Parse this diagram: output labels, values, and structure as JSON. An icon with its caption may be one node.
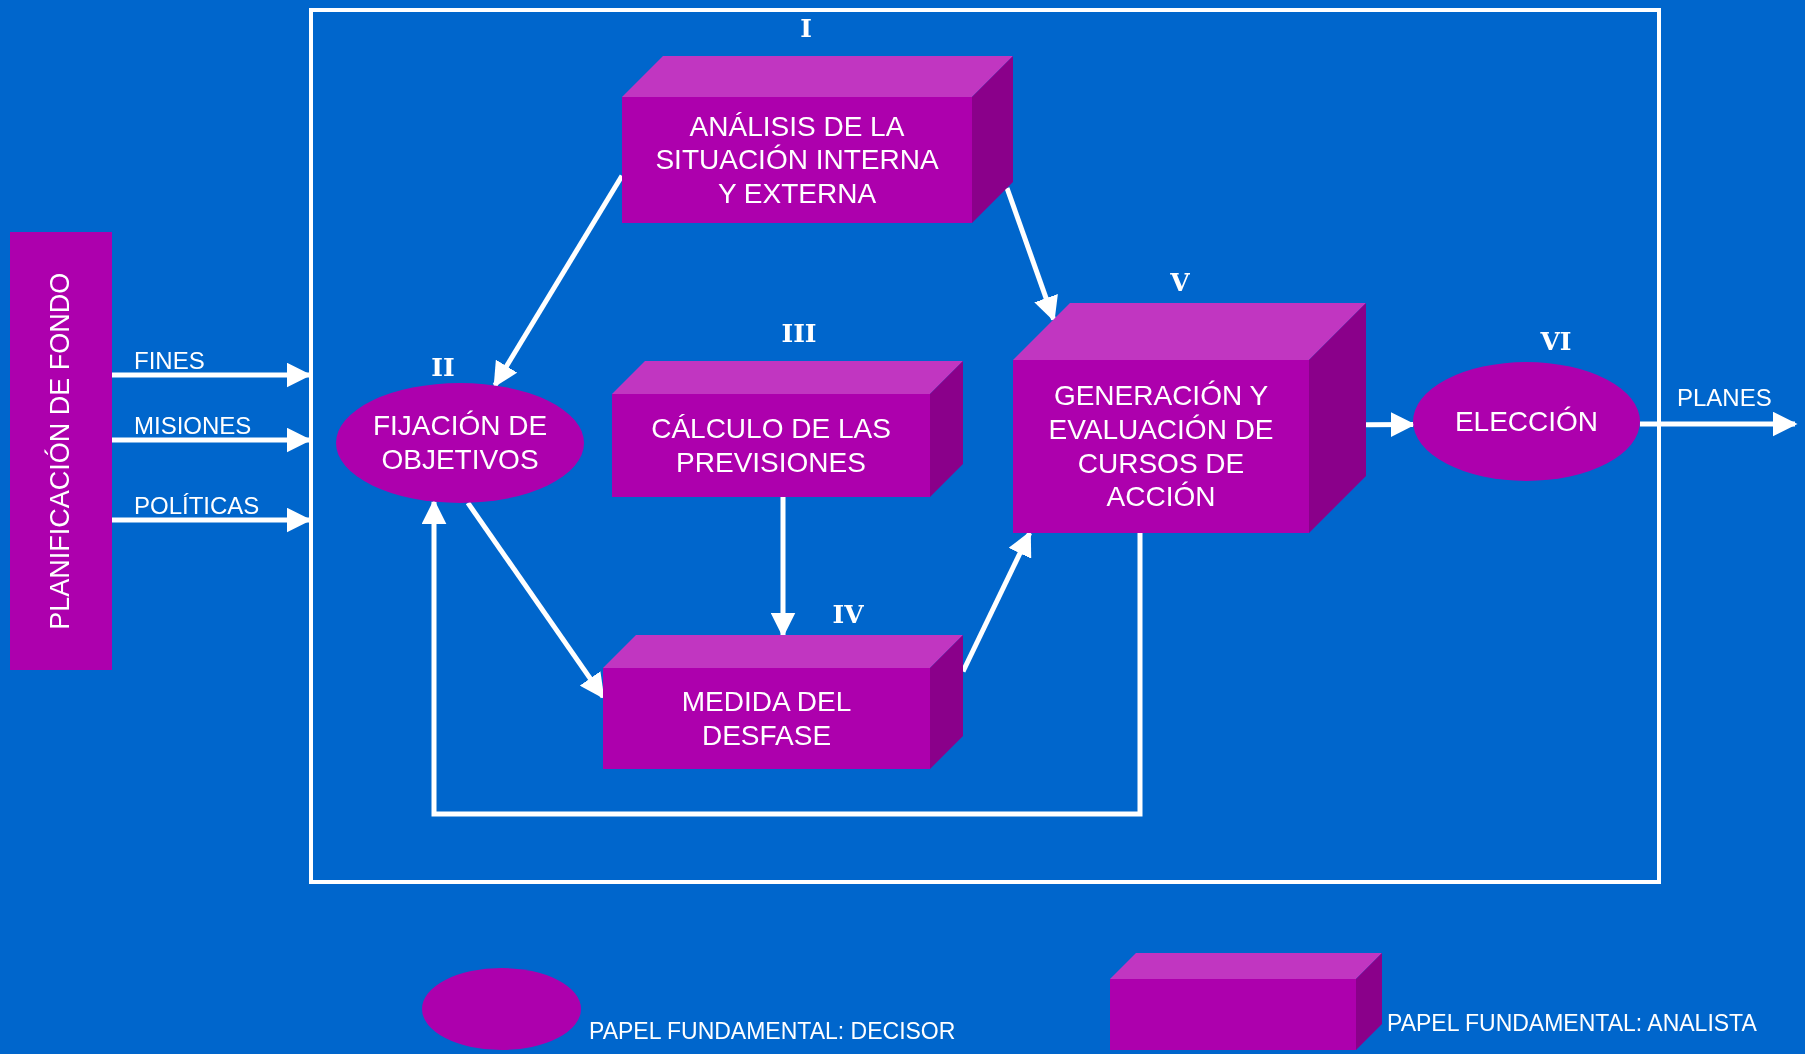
{
  "diagram": {
    "nodes": [
      {
        "text": [
          "PLANIFICACIÓN DE FONDO"
        ]
      },
      {
        "text": [],
        "shape": "box"
      },
      {
        "text": [
          "ANÁLISIS DE LA SITUACIÓN INTERNA Y EXTERNA"
        ],
        "beside": [
          "I"
        ],
        "in": 1
      },
      {
        "text": [
          "FIJACIÓN DE OBJETIVOS"
        ],
        "beside": [
          "II"
        ],
        "in": 1
      },
      {
        "text": [
          "CÁLCULO DE LAS PREVISIONES"
        ],
        "beside": [
          "III"
        ],
        "in": 1
      },
      {
        "text": [
          "MEDIDA DEL DESFASE"
        ],
        "beside": [
          "IV"
        ],
        "in": 1
      },
      {
        "text": [
          "GENERACIÓN Y EVALUACIÓN DE CURSOS DE ACCIÓN"
        ],
        "beside": [
          "V"
        ],
        "in": 1
      },
      {
        "text": [
          "ELECCIÓN"
        ],
        "beside": [
          "VI"
        ],
        "in": 1
      }
    ],
    "edges": [
      {
        "from": 0,
        "to": 1,
        "arrow": "to",
        "label": "FINES"
      },
      {
        "from": 0,
        "to": 1,
        "arrow": "to",
        "label": "MISIONES"
      },
      {
        "from": 0,
        "to": 1,
        "arrow": "to",
        "label": "POLÍTICAS"
      },
      {
        "from": 2,
        "to": 3,
        "arrow": "to"
      },
      {
        "from": 2,
        "to": 6,
        "arrow": "to"
      },
      {
        "from": 3,
        "to": 5,
        "arrow": "to"
      },
      {
        "from": 4,
        "to": 5,
        "arrow": "to"
      },
      {
        "from": 5,
        "to": 6,
        "arrow": "to"
      },
      {
        "from": 6,
        "to": 7,
        "arrow": "to"
      },
      {
        "from": 6,
        "to": 3,
        "arrow": "to"
      },
      {
        "from": 7,
        "to": null,
        "arrow": "to",
        "label": "PLANES"
      }
    ],
    "legend": [
      {
        "text": "PAPEL FUNDAMENTAL: DECISOR"
      },
      {
        "text": "PAPEL FUNDAMENTAL: ANALISTA"
      }
    ]
  }
}
